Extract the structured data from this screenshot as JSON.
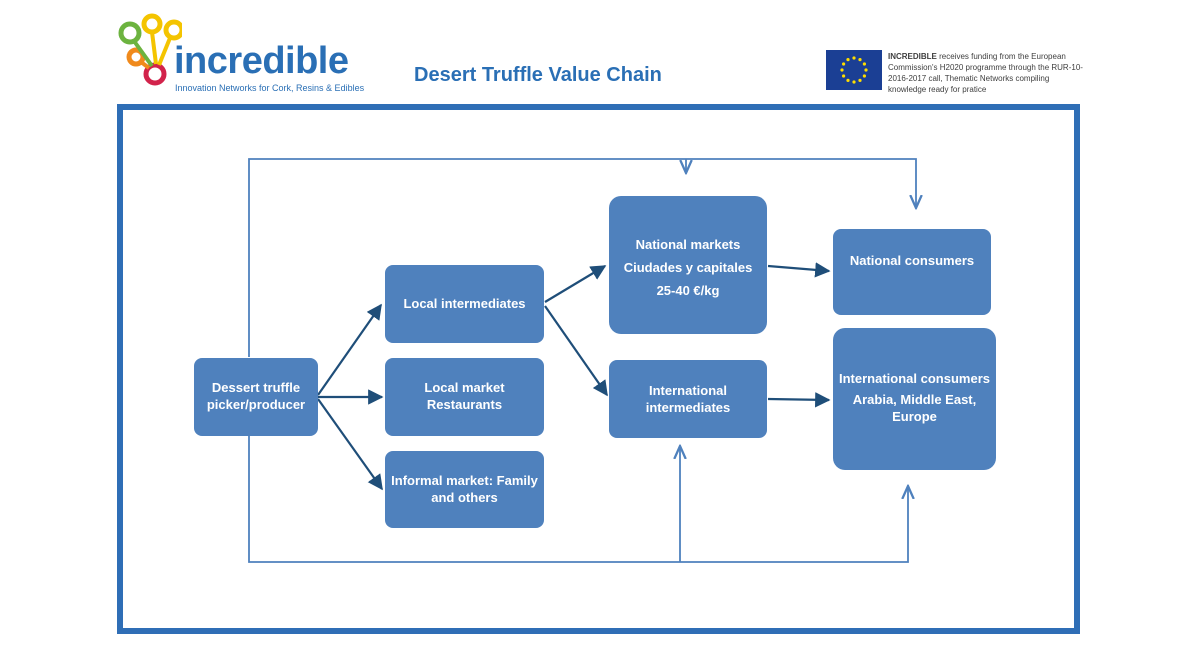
{
  "header": {
    "logo_word": "incredible",
    "logo_tagline": "Innovation Networks for Cork, Resins & Edibles",
    "title": "Desert Truffle Value Chain",
    "funding_bold": "INCREDIBLE",
    "funding_rest": " receives funding from the European Commission's H2020 programme through the RUR-10-2016-2017 call, Thematic Networks compiling knowledge ready for pratice"
  },
  "colors": {
    "brand_blue": "#2a6fb5",
    "frame_blue": "#2f6eb6",
    "box_fill": "#4f81bd",
    "arrow": "#1f4e79",
    "eu_blue": "#1b3f94",
    "eu_star": "#ffdd00"
  },
  "nodes": {
    "producer": "Dessert truffle picker/producer",
    "local_intermediates": "Local intermediates",
    "local_market": [
      "Local market",
      "Restaurants"
    ],
    "informal_market": "Informal market: Family and others",
    "national_markets": [
      "National markets",
      "Ciudades y capitales",
      "25-40 €/kg"
    ],
    "international_intermediates": "International intermediates",
    "national_consumers": "National consumers",
    "international_consumers": [
      "International consumers",
      "Arabia, Middle East, Europe"
    ]
  },
  "edges": [
    {
      "from": "producer",
      "to": "local_intermediates"
    },
    {
      "from": "producer",
      "to": "local_market"
    },
    {
      "from": "producer",
      "to": "informal_market"
    },
    {
      "from": "local_intermediates",
      "to": "national_markets"
    },
    {
      "from": "local_intermediates",
      "to": "international_intermediates"
    },
    {
      "from": "national_markets",
      "to": "national_consumers"
    },
    {
      "from": "international_intermediates",
      "to": "international_consumers"
    },
    {
      "from": "producer",
      "to": "national_markets"
    },
    {
      "from": "producer",
      "to": "national_consumers"
    },
    {
      "from": "producer",
      "to": "international_intermediates"
    },
    {
      "from": "producer",
      "to": "international_consumers"
    }
  ]
}
